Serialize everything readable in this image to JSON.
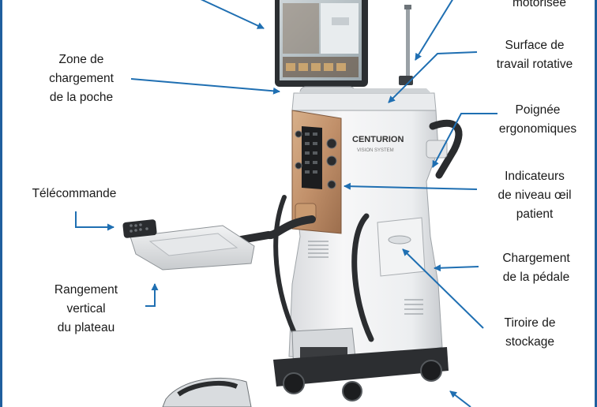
{
  "accent_color": "#1f6fb2",
  "labels": {
    "tl_partial": {
      "lines": []
    },
    "motorisee": {
      "lines": [
        "motorisée"
      ]
    },
    "surface": {
      "lines": [
        "Surface de",
        "travail rotative"
      ]
    },
    "zone": {
      "lines": [
        "Zone de",
        "chargement",
        "de la poche"
      ]
    },
    "poignee": {
      "lines": [
        "Poignée",
        "ergonomiques"
      ]
    },
    "telecommande": {
      "lines": [
        "Télécommande"
      ]
    },
    "indicateurs": {
      "lines": [
        "Indicateurs",
        "de niveau œil",
        "patient"
      ]
    },
    "chargement_pedale": {
      "lines": [
        "Chargement",
        "de la pédale"
      ]
    },
    "rangement": {
      "lines": [
        "Rangement",
        "vertical",
        "du plateau"
      ]
    },
    "tiroir": {
      "lines": [
        "Tiroire de",
        "stockage"
      ]
    }
  },
  "device": {
    "brand": "CENTURION",
    "subtitle": "VISION SYSTEM"
  }
}
